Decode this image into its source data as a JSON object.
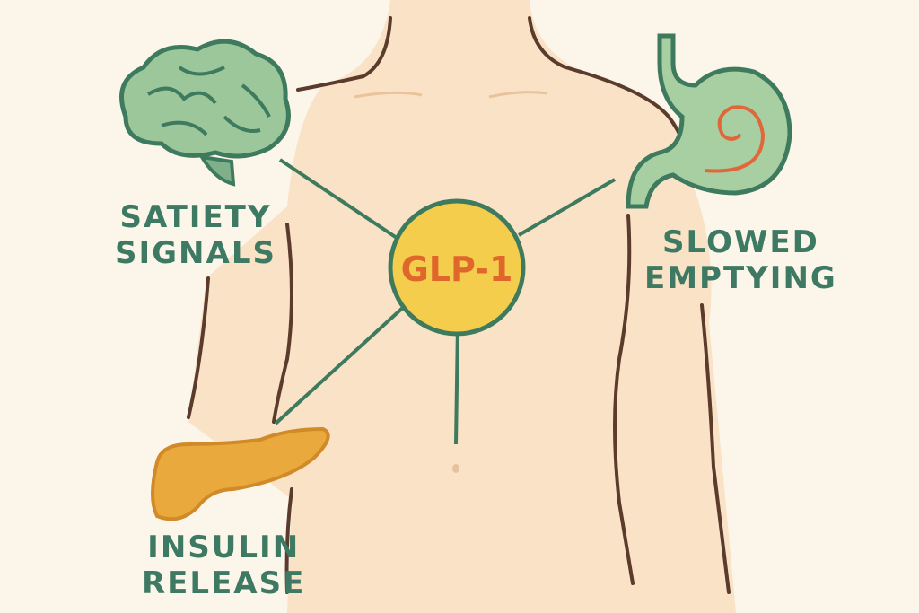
{
  "center": {
    "label": "GLP-1"
  },
  "labels": {
    "satiety": [
      "SATIETY",
      "SIGNALS"
    ],
    "emptying": [
      "SLOWED",
      "EMPTYING"
    ],
    "insulin": [
      "INSULIN",
      "RELEASE"
    ]
  },
  "colors": {
    "background": "#fbf5ea",
    "skin": "#f9e2c5",
    "outline": "#5a3b2c",
    "connector": "#3e7a5e",
    "center_fill": "#f5cd4c",
    "center_text": "#e0672c",
    "organ_green": "#9cc79a",
    "pancreas": "#eaa93c"
  }
}
